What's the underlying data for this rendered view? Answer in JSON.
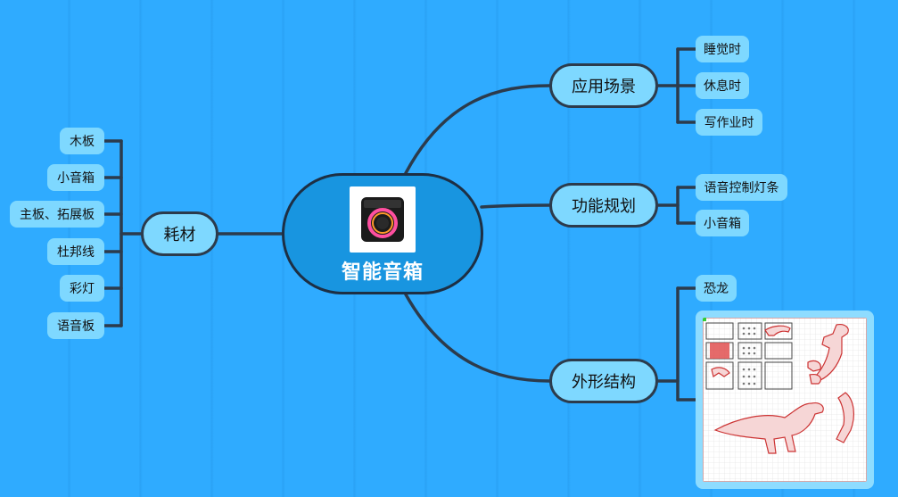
{
  "center": {
    "title": "智能音箱",
    "image": "smart-speaker-product-photo"
  },
  "branches": {
    "left": {
      "label": "耗材",
      "items": [
        "木板",
        "小音箱",
        "主板、拓展板",
        "杜邦线",
        "彩灯",
        "语音板"
      ]
    },
    "scenes": {
      "label": "应用场景",
      "items": [
        "睡觉时",
        "休息时",
        "写作业时"
      ]
    },
    "function": {
      "label": "功能规划",
      "items": [
        "语音控制灯条",
        "小音箱"
      ]
    },
    "shape": {
      "label": "外形结构",
      "items": [
        "恐龙"
      ],
      "image": "laser-cut-dinosaur-design"
    }
  },
  "colors": {
    "background": "#2fabff",
    "center": "#1895e0",
    "node": "#7ed8ff",
    "line": "#2c3b4c"
  }
}
